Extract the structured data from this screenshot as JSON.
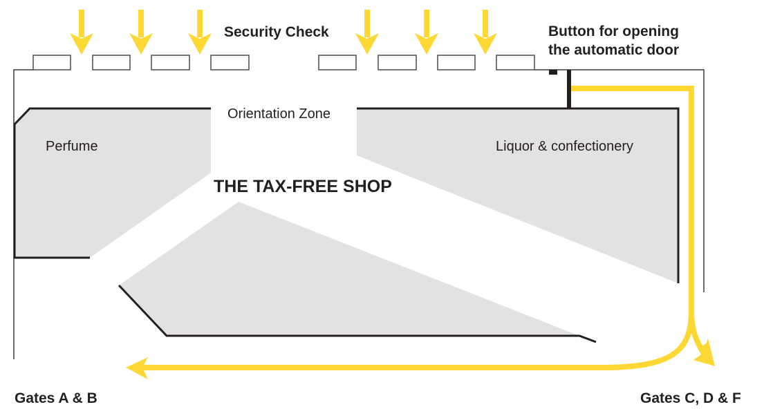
{
  "map": {
    "title": "THE TAX-FREE SHOP",
    "labels": {
      "security_check": "Security Check",
      "door_button": "Button for opening the automatic door",
      "door_button_line1": "Button for opening",
      "door_button_line2": "the automatic door",
      "orientation_zone": "Orientation Zone",
      "perfume": "Perfume",
      "liquor": "Liquor & confectionery",
      "gates_ab": "Gates A & B",
      "gates_cdf": "Gates C, D & F"
    },
    "security_lanes": 6,
    "security_booths": 8,
    "route": {
      "from": "Security Check",
      "to": [
        "Gates A & B",
        "Gates C, D & F"
      ]
    },
    "colors": {
      "route": "#fdd835",
      "wall": "#231f20",
      "zone_fill": "#e3e2e0",
      "booth_stroke": "#4a4a4a"
    }
  }
}
